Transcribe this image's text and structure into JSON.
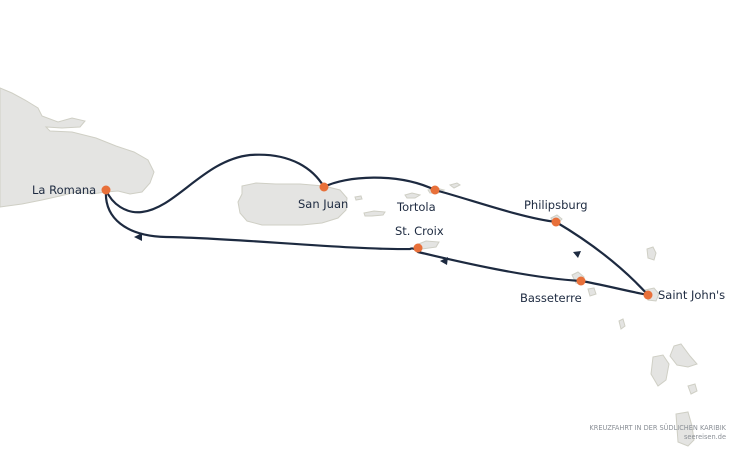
{
  "map": {
    "ports": [
      {
        "id": "la-romana",
        "name": "La Romana"
      },
      {
        "id": "san-juan",
        "name": "San Juan"
      },
      {
        "id": "tortola",
        "name": "Tortola"
      },
      {
        "id": "philipsburg",
        "name": "Philipsburg"
      },
      {
        "id": "st-croix",
        "name": "St. Croix"
      },
      {
        "id": "saint-johns",
        "name": "Saint John's"
      },
      {
        "id": "basseterre",
        "name": "Basseterre"
      }
    ],
    "route_order": [
      "La Romana",
      "San Juan",
      "Tortola",
      "Philipsburg",
      "Saint John's",
      "Basseterre",
      "St. Croix",
      "La Romana"
    ],
    "colors": {
      "land": "#e4e4e2",
      "route": "#1d2a40",
      "port_marker": "#e8703a",
      "label": "#1d2a40"
    }
  },
  "credit": {
    "title": "KREUZFAHRT IN DER SÜDLICHEN KARIBIK",
    "site": "seereisen.de"
  }
}
